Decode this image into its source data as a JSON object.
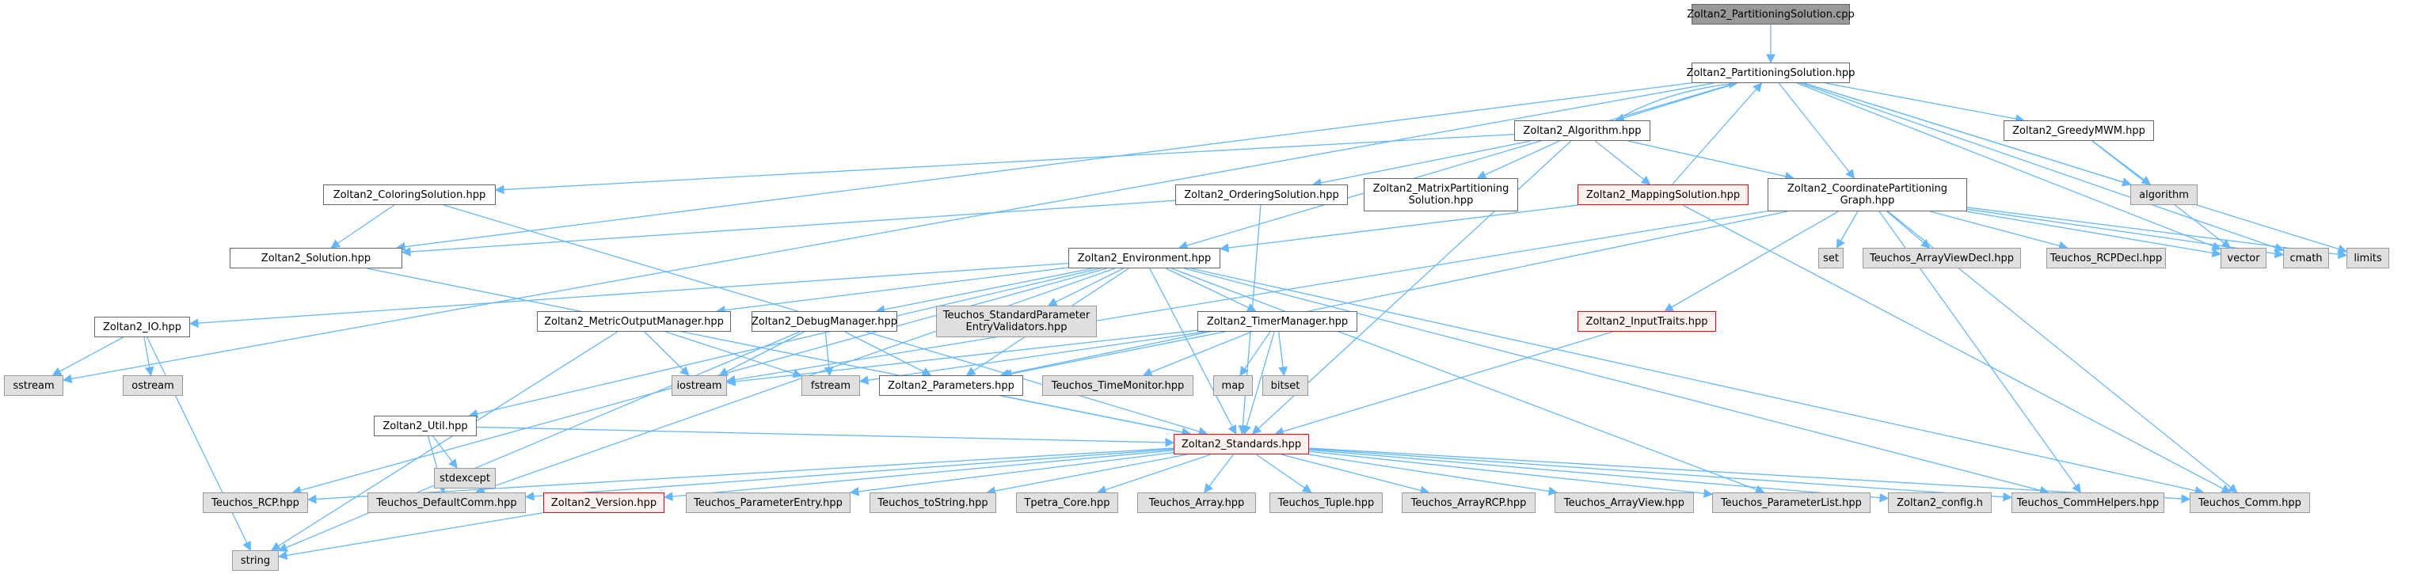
{
  "diagram": {
    "title": "Include dependency graph for Zoltan2_PartitioningSolution.cpp",
    "colors": {
      "edge": "#63b8ff",
      "root_fill": "#999999",
      "node_border": "#666666",
      "system_fill": "#e0e0e0",
      "system_border": "#999999",
      "red_border": "#ff0000",
      "red_fill": "#fff0f0"
    },
    "nodes": [
      {
        "id": "root",
        "label": "Zoltan2_PartitioningSolution.cpp",
        "kind": "root"
      },
      {
        "id": "psol",
        "label": "Zoltan2_PartitioningSolution.hpp",
        "kind": "normal"
      },
      {
        "id": "algo",
        "label": "Zoltan2_Algorithm.hpp",
        "kind": "normal"
      },
      {
        "id": "greedy",
        "label": "Zoltan2_GreedyMWM.hpp",
        "kind": "normal"
      },
      {
        "id": "algorithm",
        "label": "algorithm",
        "kind": "system"
      },
      {
        "id": "coloring",
        "label": "Zoltan2_ColoringSolution.hpp",
        "kind": "normal"
      },
      {
        "id": "ordering",
        "label": "Zoltan2_OrderingSolution.hpp",
        "kind": "normal"
      },
      {
        "id": "matrix",
        "label": "Zoltan2_MatrixPartitioning\nSolution.hpp",
        "kind": "normal"
      },
      {
        "id": "mapping",
        "label": "Zoltan2_MappingSolution.hpp",
        "kind": "red"
      },
      {
        "id": "coord",
        "label": "Zoltan2_CoordinatePartitioning\nGraph.hpp",
        "kind": "normal"
      },
      {
        "id": "solution",
        "label": "Zoltan2_Solution.hpp",
        "kind": "normal"
      },
      {
        "id": "env",
        "label": "Zoltan2_Environment.hpp",
        "kind": "normal"
      },
      {
        "id": "set",
        "label": "set",
        "kind": "system"
      },
      {
        "id": "avdecl",
        "label": "Teuchos_ArrayViewDecl.hpp",
        "kind": "system"
      },
      {
        "id": "rcpdecl",
        "label": "Teuchos_RCPDecl.hpp",
        "kind": "system"
      },
      {
        "id": "vector",
        "label": "vector",
        "kind": "system"
      },
      {
        "id": "cmath",
        "label": "cmath",
        "kind": "system"
      },
      {
        "id": "limits",
        "label": "limits",
        "kind": "system"
      },
      {
        "id": "io",
        "label": "Zoltan2_IO.hpp",
        "kind": "normal"
      },
      {
        "id": "metric",
        "label": "Zoltan2_MetricOutputManager.hpp",
        "kind": "normal"
      },
      {
        "id": "debug",
        "label": "Zoltan2_DebugManager.hpp",
        "kind": "normal"
      },
      {
        "id": "stdparam",
        "label": "Teuchos_StandardParameter\nEntryValidators.hpp",
        "kind": "system"
      },
      {
        "id": "timer",
        "label": "Zoltan2_TimerManager.hpp",
        "kind": "normal"
      },
      {
        "id": "input",
        "label": "Zoltan2_InputTraits.hpp",
        "kind": "red"
      },
      {
        "id": "sstream",
        "label": "sstream",
        "kind": "system"
      },
      {
        "id": "ostream",
        "label": "ostream",
        "kind": "system"
      },
      {
        "id": "iostream",
        "label": "iostream",
        "kind": "system"
      },
      {
        "id": "fstream",
        "label": "fstream",
        "kind": "system"
      },
      {
        "id": "params",
        "label": "Zoltan2_Parameters.hpp",
        "kind": "normal"
      },
      {
        "id": "timemon",
        "label": "Teuchos_TimeMonitor.hpp",
        "kind": "system"
      },
      {
        "id": "map",
        "label": "map",
        "kind": "system"
      },
      {
        "id": "bitset",
        "label": "bitset",
        "kind": "system"
      },
      {
        "id": "util",
        "label": "Zoltan2_Util.hpp",
        "kind": "normal"
      },
      {
        "id": "stdexcept",
        "label": "stdexcept",
        "kind": "system"
      },
      {
        "id": "standards",
        "label": "Zoltan2_Standards.hpp",
        "kind": "red"
      },
      {
        "id": "rcp",
        "label": "Teuchos_RCP.hpp",
        "kind": "system"
      },
      {
        "id": "defcomm",
        "label": "Teuchos_DefaultComm.hpp",
        "kind": "system"
      },
      {
        "id": "version",
        "label": "Zoltan2_Version.hpp",
        "kind": "red"
      },
      {
        "id": "paramentry",
        "label": "Teuchos_ParameterEntry.hpp",
        "kind": "system"
      },
      {
        "id": "tostring",
        "label": "Teuchos_toString.hpp",
        "kind": "system"
      },
      {
        "id": "tpetra",
        "label": "Tpetra_Core.hpp",
        "kind": "system"
      },
      {
        "id": "tarray",
        "label": "Teuchos_Array.hpp",
        "kind": "system"
      },
      {
        "id": "tuple",
        "label": "Teuchos_Tuple.hpp",
        "kind": "system"
      },
      {
        "id": "arcp",
        "label": "Teuchos_ArrayRCP.hpp",
        "kind": "system"
      },
      {
        "id": "aview",
        "label": "Teuchos_ArrayView.hpp",
        "kind": "system"
      },
      {
        "id": "plist",
        "label": "Teuchos_ParameterList.hpp",
        "kind": "system"
      },
      {
        "id": "config",
        "label": "Zoltan2_config.h",
        "kind": "system"
      },
      {
        "id": "commhelp",
        "label": "Teuchos_CommHelpers.hpp",
        "kind": "system"
      },
      {
        "id": "comm",
        "label": "Teuchos_Comm.hpp",
        "kind": "system"
      },
      {
        "id": "string",
        "label": "string",
        "kind": "system"
      }
    ],
    "edges": [
      [
        "root",
        "psol"
      ],
      [
        "psol",
        "algo"
      ],
      [
        "psol",
        "greedy"
      ],
      [
        "psol",
        "algorithm"
      ],
      [
        "psol",
        "solution"
      ],
      [
        "psol",
        "env"
      ],
      [
        "psol",
        "coord"
      ],
      [
        "psol",
        "sstream"
      ],
      [
        "psol",
        "vector"
      ],
      [
        "psol",
        "cmath"
      ],
      [
        "psol",
        "limits"
      ],
      [
        "algo",
        "psol"
      ],
      [
        "algo",
        "coloring"
      ],
      [
        "algo",
        "ordering"
      ],
      [
        "algo",
        "matrix"
      ],
      [
        "algo",
        "mapping"
      ],
      [
        "algo",
        "coord"
      ],
      [
        "algo",
        "standards"
      ],
      [
        "greedy",
        "algorithm"
      ],
      [
        "greedy",
        "vector"
      ],
      [
        "mapping",
        "psol"
      ],
      [
        "mapping",
        "env"
      ],
      [
        "mapping",
        "comm"
      ],
      [
        "coloring",
        "solution"
      ],
      [
        "coloring",
        "standards"
      ],
      [
        "ordering",
        "solution"
      ],
      [
        "ordering",
        "standards"
      ],
      [
        "coord",
        "set"
      ],
      [
        "coord",
        "avdecl"
      ],
      [
        "coord",
        "rcpdecl"
      ],
      [
        "coord",
        "vector"
      ],
      [
        "coord",
        "cmath"
      ],
      [
        "coord",
        "limits"
      ],
      [
        "coord",
        "input"
      ],
      [
        "coord",
        "iostream"
      ],
      [
        "coord",
        "params"
      ],
      [
        "coord",
        "commhelp"
      ],
      [
        "coord",
        "comm"
      ],
      [
        "solution",
        "standards"
      ],
      [
        "env",
        "io"
      ],
      [
        "env",
        "metric"
      ],
      [
        "env",
        "debug"
      ],
      [
        "env",
        "stdparam"
      ],
      [
        "env",
        "timer"
      ],
      [
        "env",
        "util"
      ],
      [
        "env",
        "params"
      ],
      [
        "env",
        "rcp"
      ],
      [
        "env",
        "defcomm"
      ],
      [
        "env",
        "plist"
      ],
      [
        "env",
        "commhelp"
      ],
      [
        "env",
        "comm"
      ],
      [
        "env",
        "standards"
      ],
      [
        "io",
        "sstream"
      ],
      [
        "io",
        "ostream"
      ],
      [
        "io",
        "string"
      ],
      [
        "metric",
        "iostream"
      ],
      [
        "metric",
        "fstream"
      ],
      [
        "metric",
        "string"
      ],
      [
        "debug",
        "iostream"
      ],
      [
        "debug",
        "fstream"
      ],
      [
        "debug",
        "params"
      ],
      [
        "debug",
        "string"
      ],
      [
        "timer",
        "iostream"
      ],
      [
        "timer",
        "fstream"
      ],
      [
        "timer",
        "params"
      ],
      [
        "timer",
        "timemon"
      ],
      [
        "timer",
        "map"
      ],
      [
        "timer",
        "bitset"
      ],
      [
        "timer",
        "standards"
      ],
      [
        "params",
        "standards"
      ],
      [
        "input",
        "standards"
      ],
      [
        "util",
        "stdexcept"
      ],
      [
        "util",
        "defcomm"
      ],
      [
        "util",
        "standards"
      ],
      [
        "standards",
        "rcp"
      ],
      [
        "standards",
        "defcomm"
      ],
      [
        "standards",
        "version"
      ],
      [
        "standards",
        "paramentry"
      ],
      [
        "standards",
        "tostring"
      ],
      [
        "standards",
        "tpetra"
      ],
      [
        "standards",
        "tarray"
      ],
      [
        "standards",
        "tuple"
      ],
      [
        "standards",
        "arcp"
      ],
      [
        "standards",
        "aview"
      ],
      [
        "standards",
        "plist"
      ],
      [
        "standards",
        "config"
      ],
      [
        "standards",
        "commhelp"
      ],
      [
        "standards",
        "comm"
      ],
      [
        "version",
        "string"
      ]
    ]
  }
}
